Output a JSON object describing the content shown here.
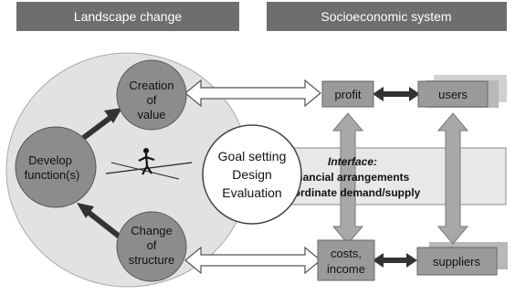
{
  "headers": {
    "left": "Landscape change",
    "right": "Socioeconomic system"
  },
  "nodes": {
    "develop": [
      "Develop",
      "function(s)"
    ],
    "creation": [
      "Creation",
      "of",
      "value"
    ],
    "change": [
      "Change",
      "of",
      "structure"
    ],
    "goal": [
      "Goal setting",
      "Design",
      "Evaluation"
    ],
    "profit": "profit",
    "users": "users",
    "costs": [
      "costs,",
      "income"
    ],
    "suppliers": "suppliers"
  },
  "interface": {
    "title": "Interface:",
    "lines": [
      "Financial arrangements",
      "Coordinate demand/supply"
    ]
  },
  "colors": {
    "header_bg": "#6e6e6e",
    "header_text": "#ffffff",
    "big_circle": "#e2e2e2",
    "node_fill": "#8c8c8c",
    "box_fill": "#9a9a9a",
    "box_shadow": "#c8c8c8",
    "interface_band": "#e8e8e8",
    "arrow_dark": "#333333",
    "arrow_gray": "#a8a8a8"
  },
  "icons": {
    "walker": "tightrope-walker-icon"
  }
}
